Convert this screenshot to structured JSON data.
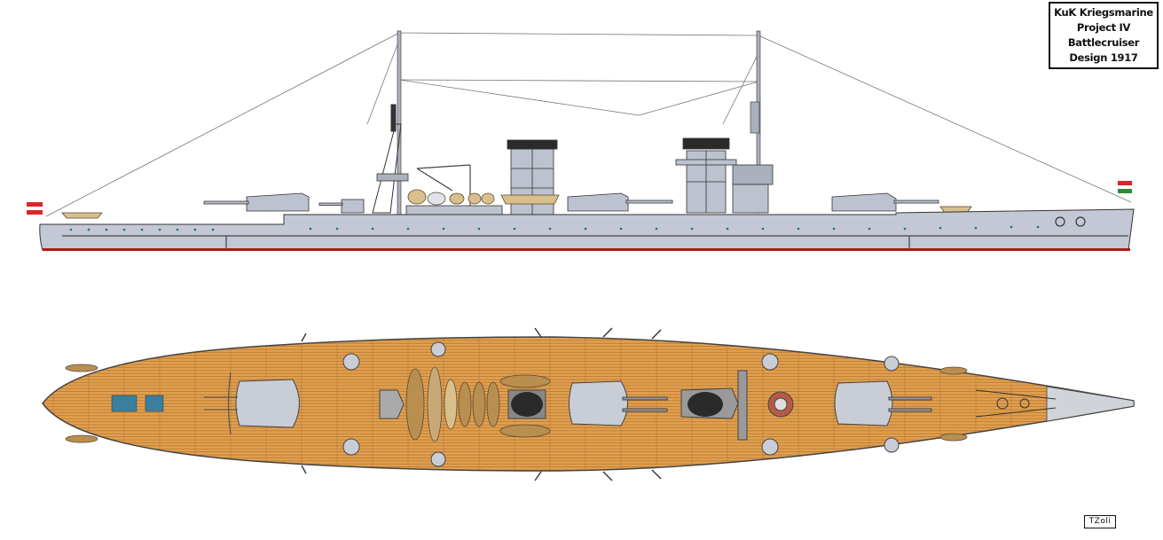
{
  "title_box": {
    "lines": [
      "KuK Kriegsmarine",
      "Project IV",
      "Battlecruiser",
      "Design 1917"
    ]
  },
  "signature": "TZoli",
  "colors": {
    "hull_grey": "#c3c8d4",
    "outline": "#333333",
    "boot_topping": "#b01818",
    "deck_wood": "#e2a04f",
    "deck_plank_line": "#b0742e",
    "port_hole": "#1f6f85",
    "boat_tan": "#d9bf8c",
    "funnel_top": "#2a2a2a"
  }
}
